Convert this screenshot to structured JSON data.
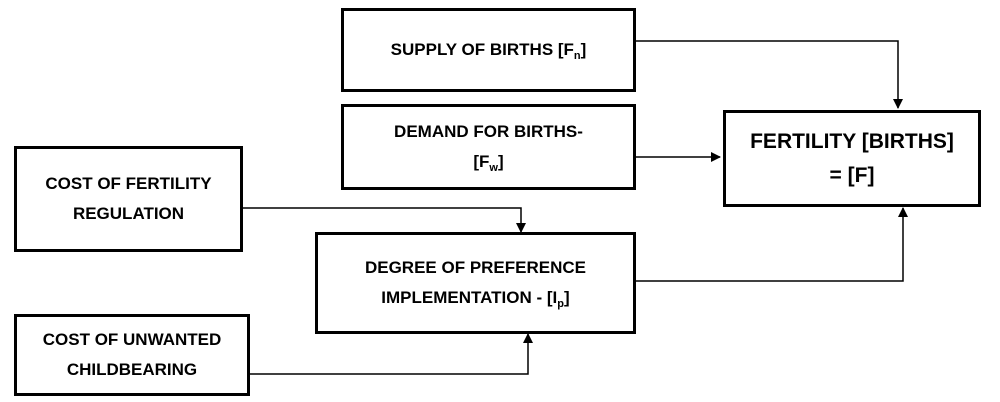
{
  "diagram": {
    "supply": {
      "text": "SUPPLY OF BIRTHS [F",
      "sub": "n",
      "close": "]"
    },
    "demand": {
      "line1": "DEMAND FOR BIRTHS-",
      "line2_open": "[F",
      "line2_sub": "w",
      "line2_close": "]"
    },
    "fertility": {
      "line1": "FERTILITY [BIRTHS]",
      "line2": "= [F]"
    },
    "cost_regulation": {
      "line1": "COST OF FERTILITY",
      "line2": "REGULATION"
    },
    "preference": {
      "line1": "DEGREE OF PREFERENCE",
      "line2_text": "IMPLEMENTATION - [I",
      "line2_sub": "p",
      "line2_close": "]"
    },
    "cost_unwanted": {
      "line1": "COST OF UNWANTED",
      "line2": "CHILDBEARING"
    }
  },
  "colors": {
    "stroke": "#000000",
    "fill": "#ffffff",
    "text": "#000000"
  }
}
